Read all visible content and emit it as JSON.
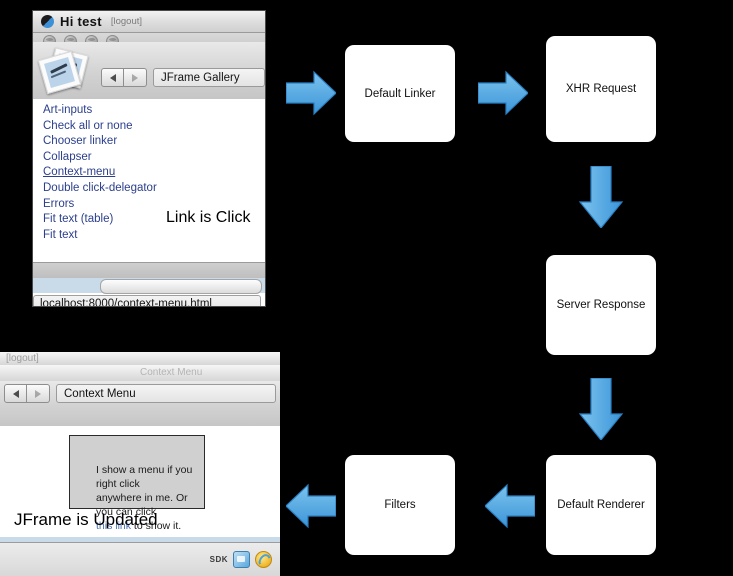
{
  "window1": {
    "brand": "Hi test",
    "logout": "[logout]",
    "gallery_title": "JFrame Gallery",
    "links": [
      {
        "label": "Art-inputs",
        "underlined": false
      },
      {
        "label": "Check all or none",
        "underlined": false
      },
      {
        "label": "Chooser linker",
        "underlined": false
      },
      {
        "label": "Collapser",
        "underlined": false
      },
      {
        "label": "Context-menu",
        "underlined": true
      },
      {
        "label": "Double click-delegator",
        "underlined": false
      },
      {
        "label": "Errors",
        "underlined": false
      },
      {
        "label": "Fit text (table)",
        "underlined": false
      },
      {
        "label": "Fit text",
        "underlined": false
      }
    ],
    "click_message": "Link is Click",
    "status_url": "localhost:8000/context-menu.html"
  },
  "window2": {
    "logout": "[logout]",
    "ghost_title": "Context Menu",
    "nav_title": "Context Menu",
    "content_line1": "I show a menu if you right click",
    "content_line2": "anywhere in me. Or you can click",
    "content_link": "this link",
    "content_line3": " to show it.",
    "updated_message": "JFrame is Updated",
    "sdk_label": "SDK"
  },
  "flow": {
    "accent_color": "#5aabe3",
    "boxes": [
      {
        "label": "Default Linker"
      },
      {
        "label": "XHR Request"
      },
      {
        "label": "Server Response"
      },
      {
        "label": "Default Renderer"
      },
      {
        "label": "Filters"
      }
    ],
    "arrows": [
      {
        "name": "arrow-into-default-linker",
        "dir": "right"
      },
      {
        "name": "arrow-linker-to-xhr",
        "dir": "right"
      },
      {
        "name": "arrow-xhr-to-server",
        "dir": "down"
      },
      {
        "name": "arrow-server-to-renderer",
        "dir": "down"
      },
      {
        "name": "arrow-renderer-to-filters",
        "dir": "left"
      },
      {
        "name": "arrow-out-of-filters",
        "dir": "left"
      }
    ]
  }
}
